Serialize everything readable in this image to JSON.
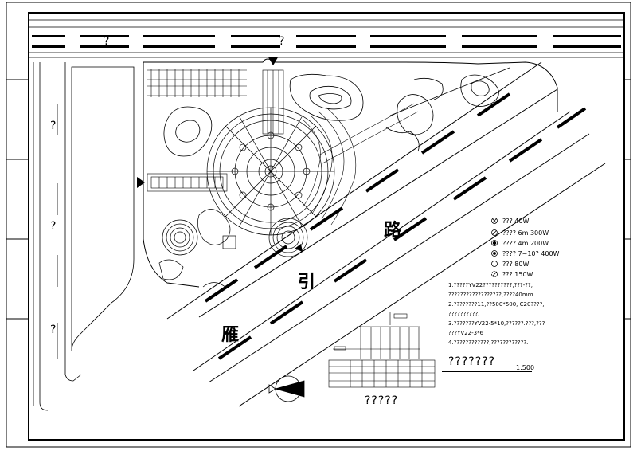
{
  "drawing": {
    "road_labels": [
      "雁",
      "引",
      "路"
    ],
    "street_marks": [
      "?",
      "?",
      "?",
      "?",
      "?",
      "?",
      "?",
      "?"
    ],
    "legend": [
      {
        "icon": "lamp-symbol-a-icon",
        "text": "??? 40W"
      },
      {
        "icon": "lamp-symbol-b-icon",
        "text": "???? 6m 300W"
      },
      {
        "icon": "lamp-symbol-c-icon",
        "text": "???? 4m 200W"
      },
      {
        "icon": "lamp-symbol-d-icon",
        "text": "???? 7~10? 400W"
      },
      {
        "icon": "lamp-symbol-e-icon",
        "text": "??? 80W"
      },
      {
        "icon": "lamp-symbol-f-icon",
        "text": "??? 150W"
      }
    ],
    "notes": [
      "1.?????YV22??????????,???-??,",
      "??????????????????,????40mm.",
      "2.????????11,??500*500, C20????,",
      "??????????.",
      "3.???????YV22-5*10,??????.???,???",
      "???YV22-3*6",
      "4.????????????,????????????."
    ],
    "drawing_title": "???????",
    "scale": "1:500",
    "diagram_title": "?????"
  }
}
